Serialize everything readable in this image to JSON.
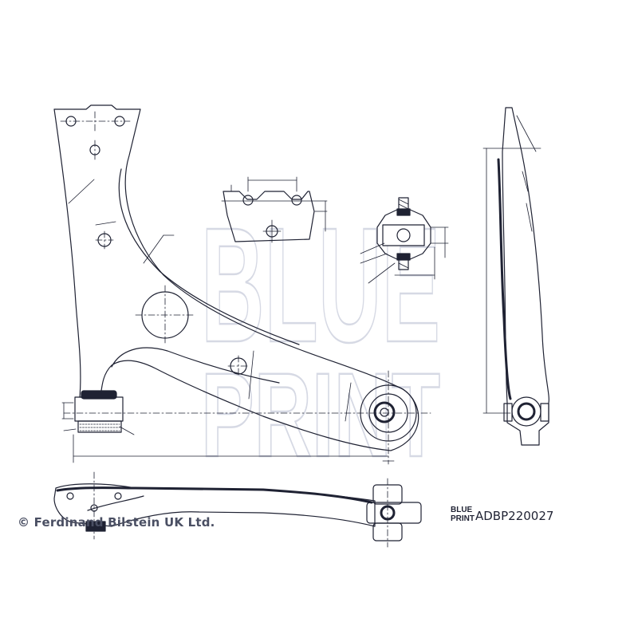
{
  "watermark": {
    "line1": "BLUE",
    "line2": "PRINT"
  },
  "footer": {
    "copyright": "© Ferdinand Bilstein UK Ltd.",
    "logo_line1": "BLUE",
    "logo_line2": "PRINT",
    "part_number": "ADBP220027"
  },
  "colors": {
    "line": "#1f2233",
    "watermark": "#d6d9e4",
    "copyright": "#4a4f63"
  }
}
